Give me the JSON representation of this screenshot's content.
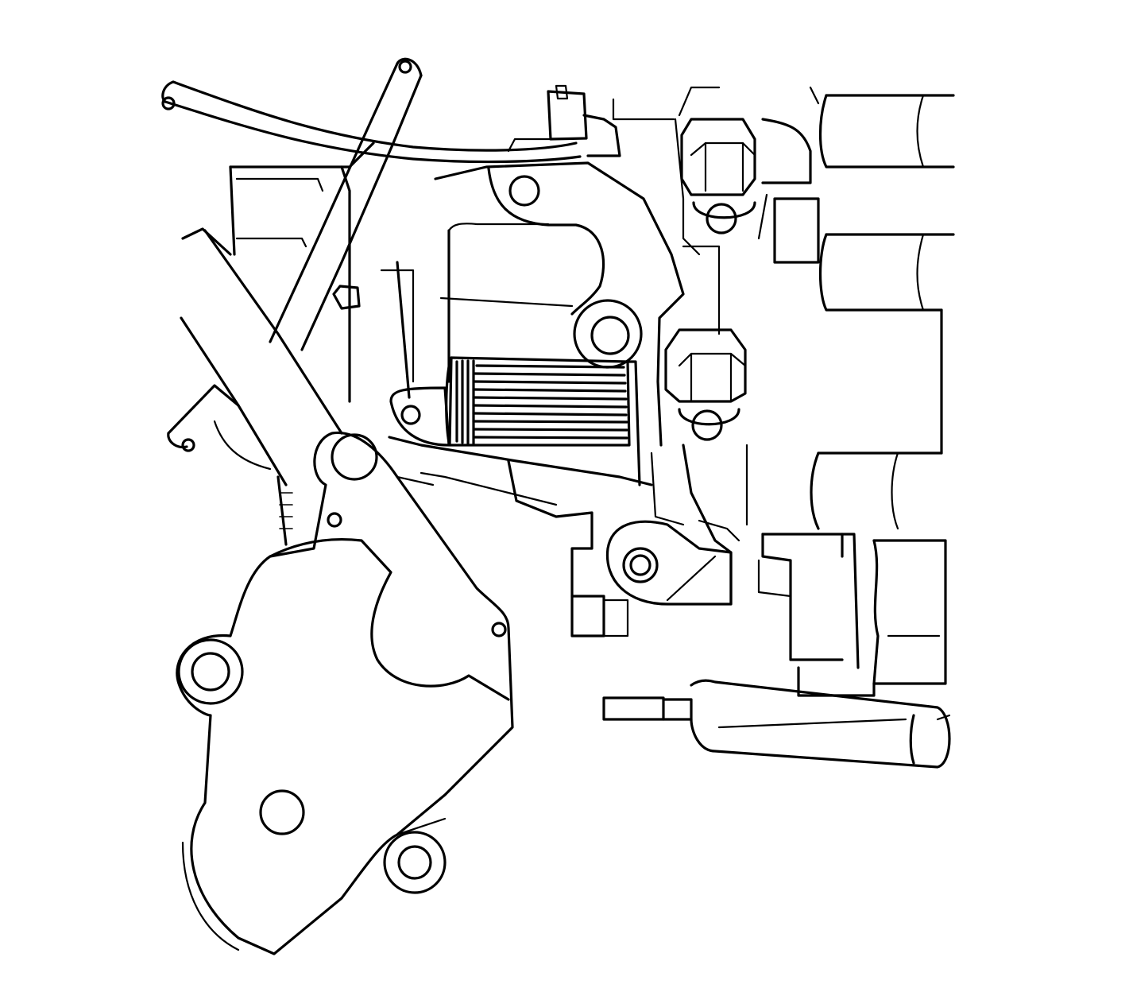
{
  "diagram": {
    "style": "black line art on white",
    "stroke_color": "#000000",
    "background_color": "#ffffff",
    "components": [
      "vent-hose",
      "upper-mounting-bracket",
      "hex-bolt-upper",
      "hex-bolt-lower",
      "cylindrical-filter",
      "lower-cover-plate",
      "pivot-lever",
      "side-shaft",
      "engine-block-housing"
    ]
  }
}
